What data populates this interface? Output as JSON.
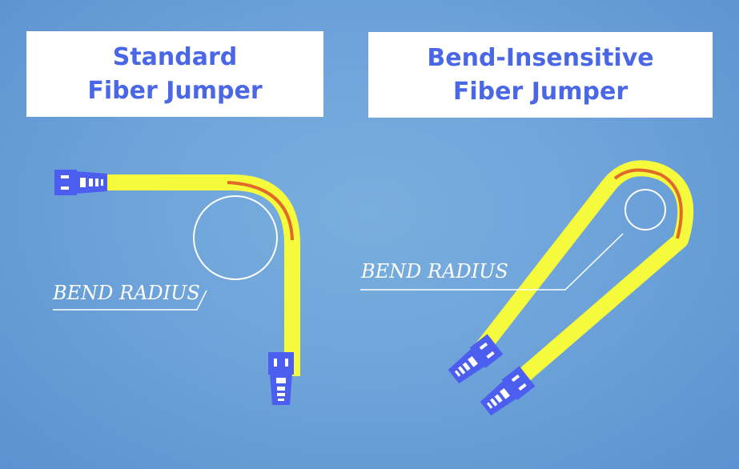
{
  "panels": {
    "left": {
      "title_line1": "Standard",
      "title_line2": "Fiber Jumper",
      "label": "BEND RADIUS"
    },
    "right": {
      "title_line1": "Bend-Insensitive",
      "title_line2": "Fiber Jumper",
      "label": "BEND RADIUS"
    }
  },
  "colors": {
    "background": "#6ea4da",
    "title_text": "#4a67e6",
    "cable": "#f5fa3c",
    "bend_arc": "#e06a2a",
    "connector": "#4b5ef0",
    "guide": "#ffffff"
  }
}
